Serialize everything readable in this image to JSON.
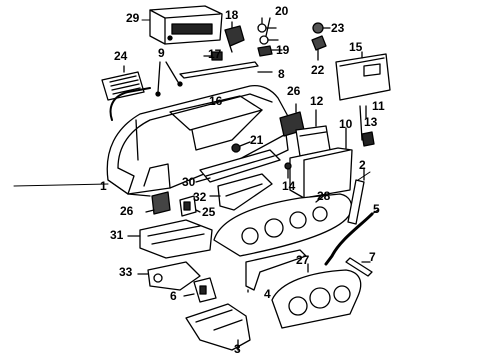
{
  "diagram": {
    "callouts": [
      {
        "id": "c29",
        "text": "29"
      },
      {
        "id": "c18",
        "text": "18"
      },
      {
        "id": "c20",
        "text": "20"
      },
      {
        "id": "c23",
        "text": "23"
      },
      {
        "id": "c17",
        "text": "17"
      },
      {
        "id": "c19",
        "text": "19"
      },
      {
        "id": "c24",
        "text": "24"
      },
      {
        "id": "c9",
        "text": "9"
      },
      {
        "id": "c15",
        "text": "15"
      },
      {
        "id": "c22",
        "text": "22"
      },
      {
        "id": "c8",
        "text": "8"
      },
      {
        "id": "c16",
        "text": "16"
      },
      {
        "id": "c26a",
        "text": "26"
      },
      {
        "id": "c12",
        "text": "12"
      },
      {
        "id": "c11",
        "text": "11"
      },
      {
        "id": "c21",
        "text": "21"
      },
      {
        "id": "c10",
        "text": "10"
      },
      {
        "id": "c13",
        "text": "13"
      },
      {
        "id": "c30",
        "text": "30"
      },
      {
        "id": "c14",
        "text": "14"
      },
      {
        "id": "c2",
        "text": "2"
      },
      {
        "id": "c1",
        "text": "1"
      },
      {
        "id": "c32",
        "text": "32"
      },
      {
        "id": "c26b",
        "text": "26"
      },
      {
        "id": "c25",
        "text": "25"
      },
      {
        "id": "c28",
        "text": "28"
      },
      {
        "id": "c5",
        "text": "5"
      },
      {
        "id": "c31",
        "text": "31"
      },
      {
        "id": "c7",
        "text": "7"
      },
      {
        "id": "c27",
        "text": "27"
      },
      {
        "id": "c33",
        "text": "33"
      },
      {
        "id": "c6",
        "text": "6"
      },
      {
        "id": "c4",
        "text": "4"
      },
      {
        "id": "c3",
        "text": "3"
      }
    ]
  }
}
